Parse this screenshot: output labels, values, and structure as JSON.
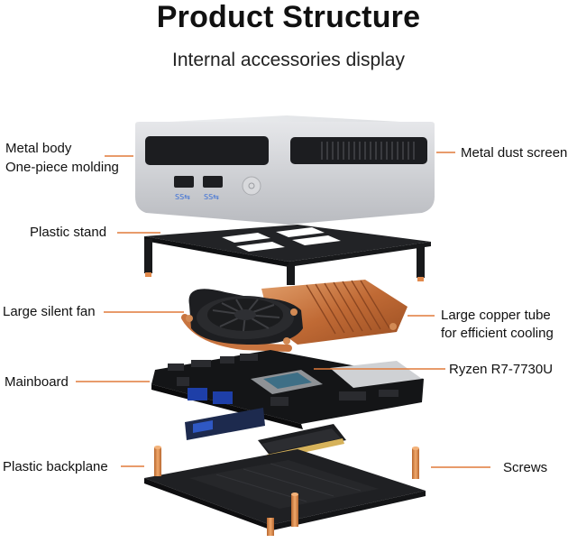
{
  "header": {
    "title": "Product Structure",
    "subtitle": "Internal accessories display"
  },
  "labels": {
    "metal_body_line1": "Metal body",
    "metal_body_line2": "One-piece molding",
    "metal_dust_screen": "Metal dust screen",
    "plastic_stand": "Plastic stand",
    "large_silent_fan": "Large silent fan",
    "copper_tube_line1": "Large copper tube",
    "copper_tube_line2": "for efficient cooling",
    "mainboard": "Mainboard",
    "cpu": "Ryzen R7-7730U",
    "plastic_backplane": "Plastic backplane",
    "screws": "Screws"
  },
  "ports": {
    "usb1": "SS⇆",
    "usb2": "SS⇆"
  },
  "colors": {
    "leader_line": "#e07a3a",
    "aluminum": "#c9cbcf",
    "copper": "#c8743f",
    "dark": "#1b1c1f"
  }
}
